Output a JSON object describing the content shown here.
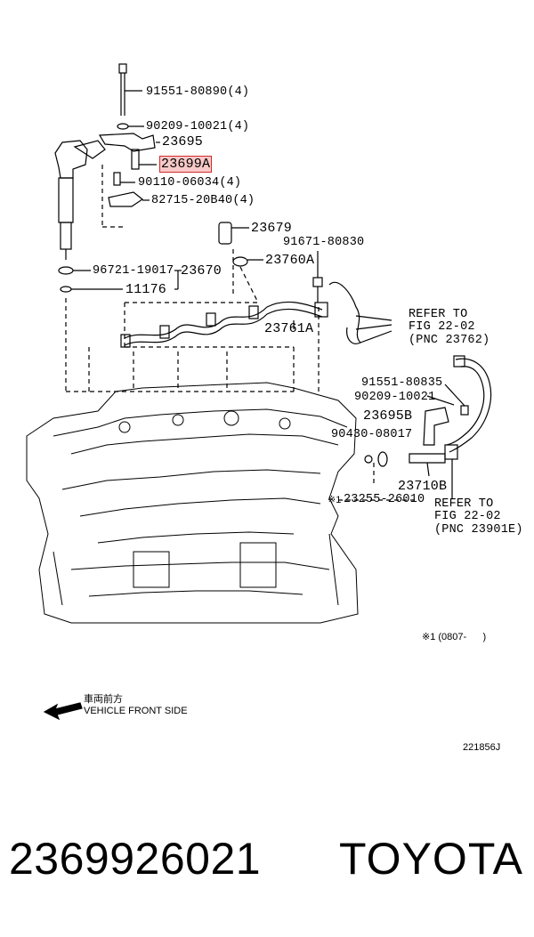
{
  "labels": {
    "bolt_top": "91551-80890(4)",
    "washer_top": "90209-10021(4)",
    "clamp": "23695",
    "nozzle_highlight": "23699A",
    "screw": "90110-06034(4)",
    "bracket": "82715-20B40(4)",
    "injector_gasket": "96721-19017",
    "injector": "23670",
    "seal_ring": "11176",
    "hose_joint": "23679",
    "gasket_a": "23760A",
    "bolt_right": "91671-80830",
    "refer_1_line1": "REFER TO",
    "refer_1_line2": "FIG 22-02",
    "refer_1_line3": "(PNC 23762)",
    "leak_pipe": "23761A",
    "bolt_b": "91551-80835",
    "washer_b": "90209-10021",
    "clamp_b": "23695B",
    "plug": "90430-08017",
    "pipe_b": "23710B",
    "gasket_b": "23255-26010",
    "gasket_b_mark": "※1",
    "refer_2_line1": "REFER TO",
    "refer_2_line2": "FIG 22-02",
    "refer_2_line3": "(PNC 23901E)",
    "footnote": "※1 (0807-      )",
    "direction_jp": "車両前方",
    "direction_en": "VEHICLE FRONT SIDE",
    "figure_code": "221856J"
  },
  "footer": {
    "part_number": "2369926021",
    "brand": "TOYOTA"
  },
  "colors": {
    "highlight_fill": "#f7c9c9",
    "highlight_border": "#d42a2a"
  }
}
